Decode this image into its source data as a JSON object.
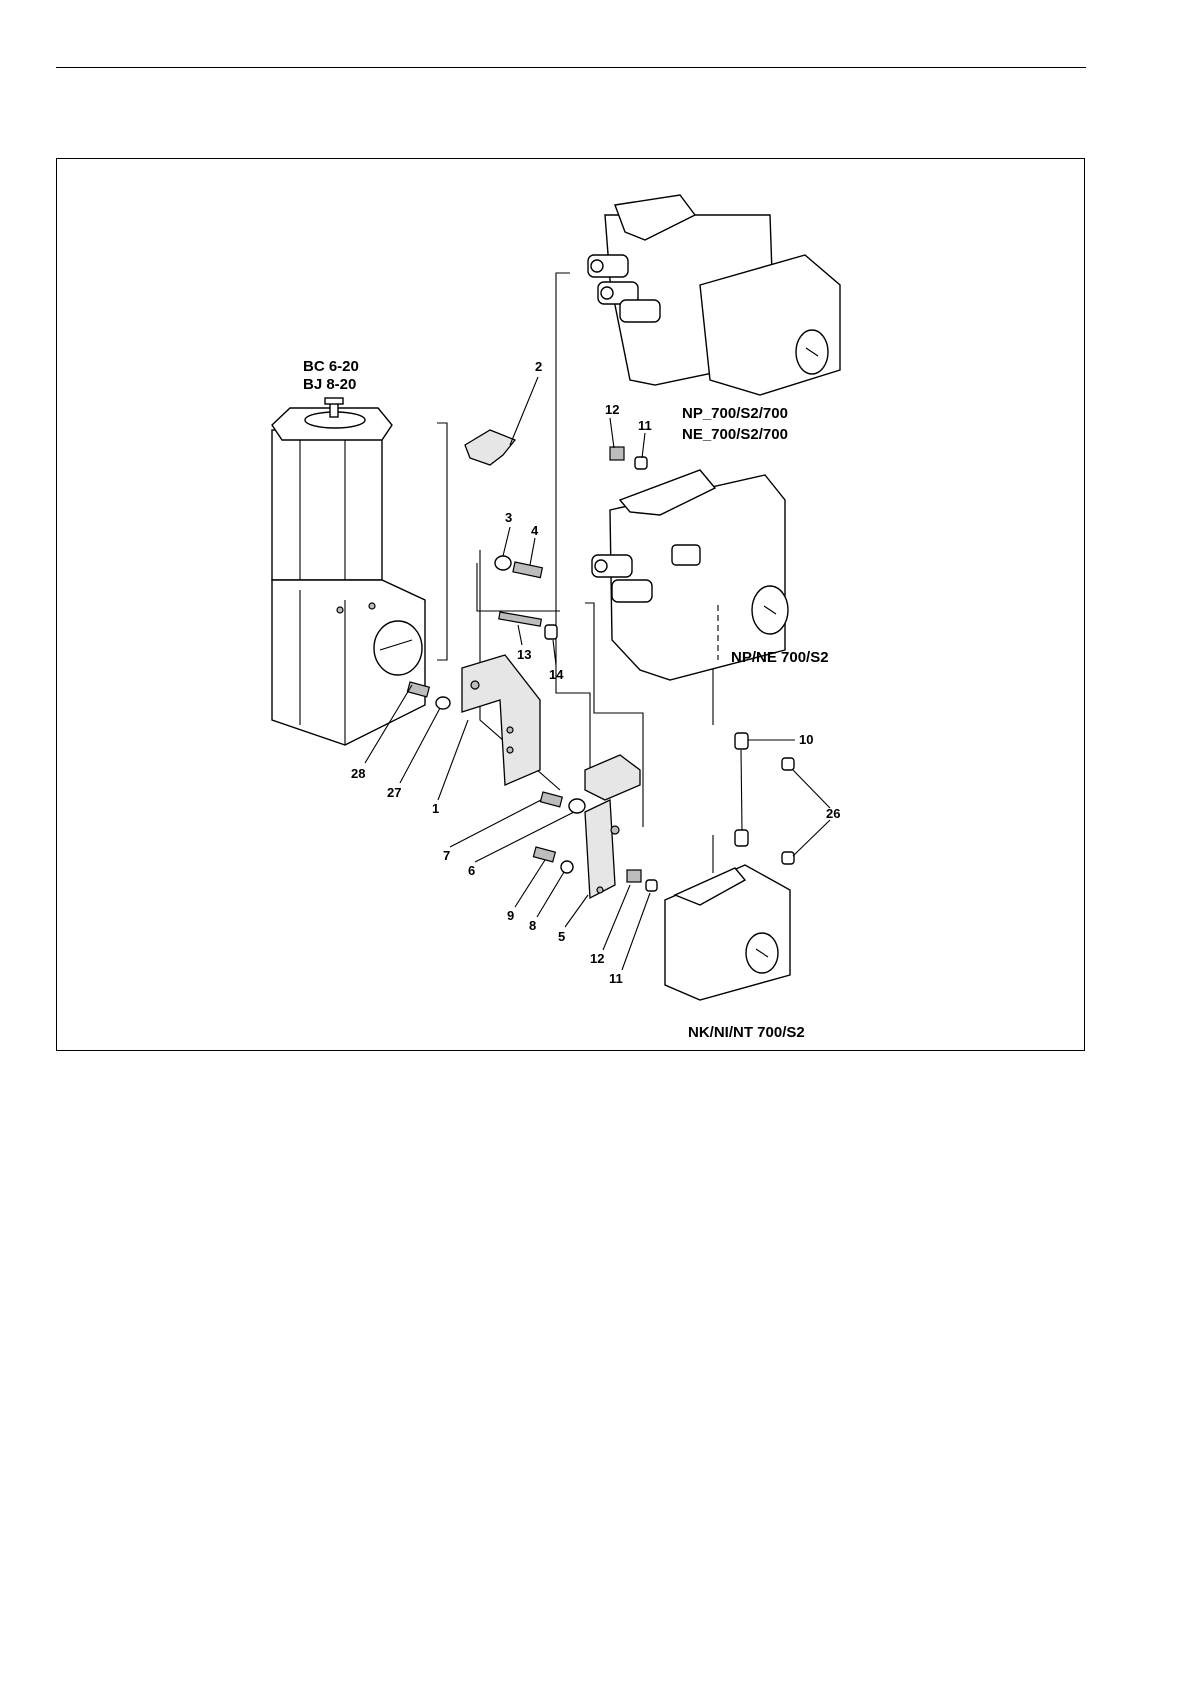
{
  "diagram": {
    "model_labels": {
      "actuator_line1": "BC 6-20",
      "actuator_line2": "BJ 8-20",
      "positioner_top_line1": "NP_700/S2/700",
      "positioner_top_line2": "NE_700/S2/700",
      "positioner_mid": "NP/NE 700/S2",
      "positioner_bottom": "NK/NI/NT 700/S2"
    },
    "callouts": {
      "c1": "1",
      "c2": "2",
      "c3": "3",
      "c4": "4",
      "c5": "5",
      "c6": "6",
      "c7": "7",
      "c8": "8",
      "c9": "9",
      "c10": "10",
      "c11a": "11",
      "c11b": "11",
      "c12a": "12",
      "c12b": "12",
      "c13": "13",
      "c14": "14",
      "c26": "26",
      "c27": "27",
      "c28": "28"
    }
  }
}
